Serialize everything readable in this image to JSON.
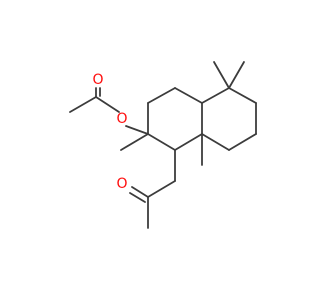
{
  "molecule": {
    "atom_labels": {
      "ketone_oxygen": "O",
      "acetate_carbonyl_oxygen": "O",
      "ester_oxygen": "O"
    },
    "colors": {
      "bond": "#3c3c3c",
      "oxygen": "#ff0d0d",
      "background": "#ffffff"
    }
  }
}
